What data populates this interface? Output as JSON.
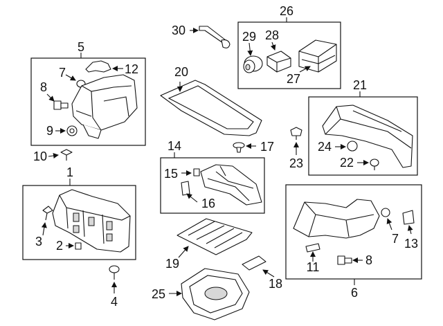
{
  "diagram": {
    "labels": {
      "l1": "1",
      "l2": "2",
      "l3": "3",
      "l4": "4",
      "l5": "5",
      "l6": "6",
      "l7a": "7",
      "l7b": "7",
      "l8a": "8",
      "l8b": "8",
      "l9": "9",
      "l10": "10",
      "l11": "11",
      "l12": "12",
      "l13": "13",
      "l14": "14",
      "l15": "15",
      "l16": "16",
      "l17": "17",
      "l18": "18",
      "l19": "19",
      "l20": "20",
      "l21": "21",
      "l22": "22",
      "l23": "23",
      "l24": "24",
      "l25": "25",
      "l26": "26",
      "l27": "27",
      "l28": "28",
      "l29": "29",
      "l30": "30"
    }
  }
}
